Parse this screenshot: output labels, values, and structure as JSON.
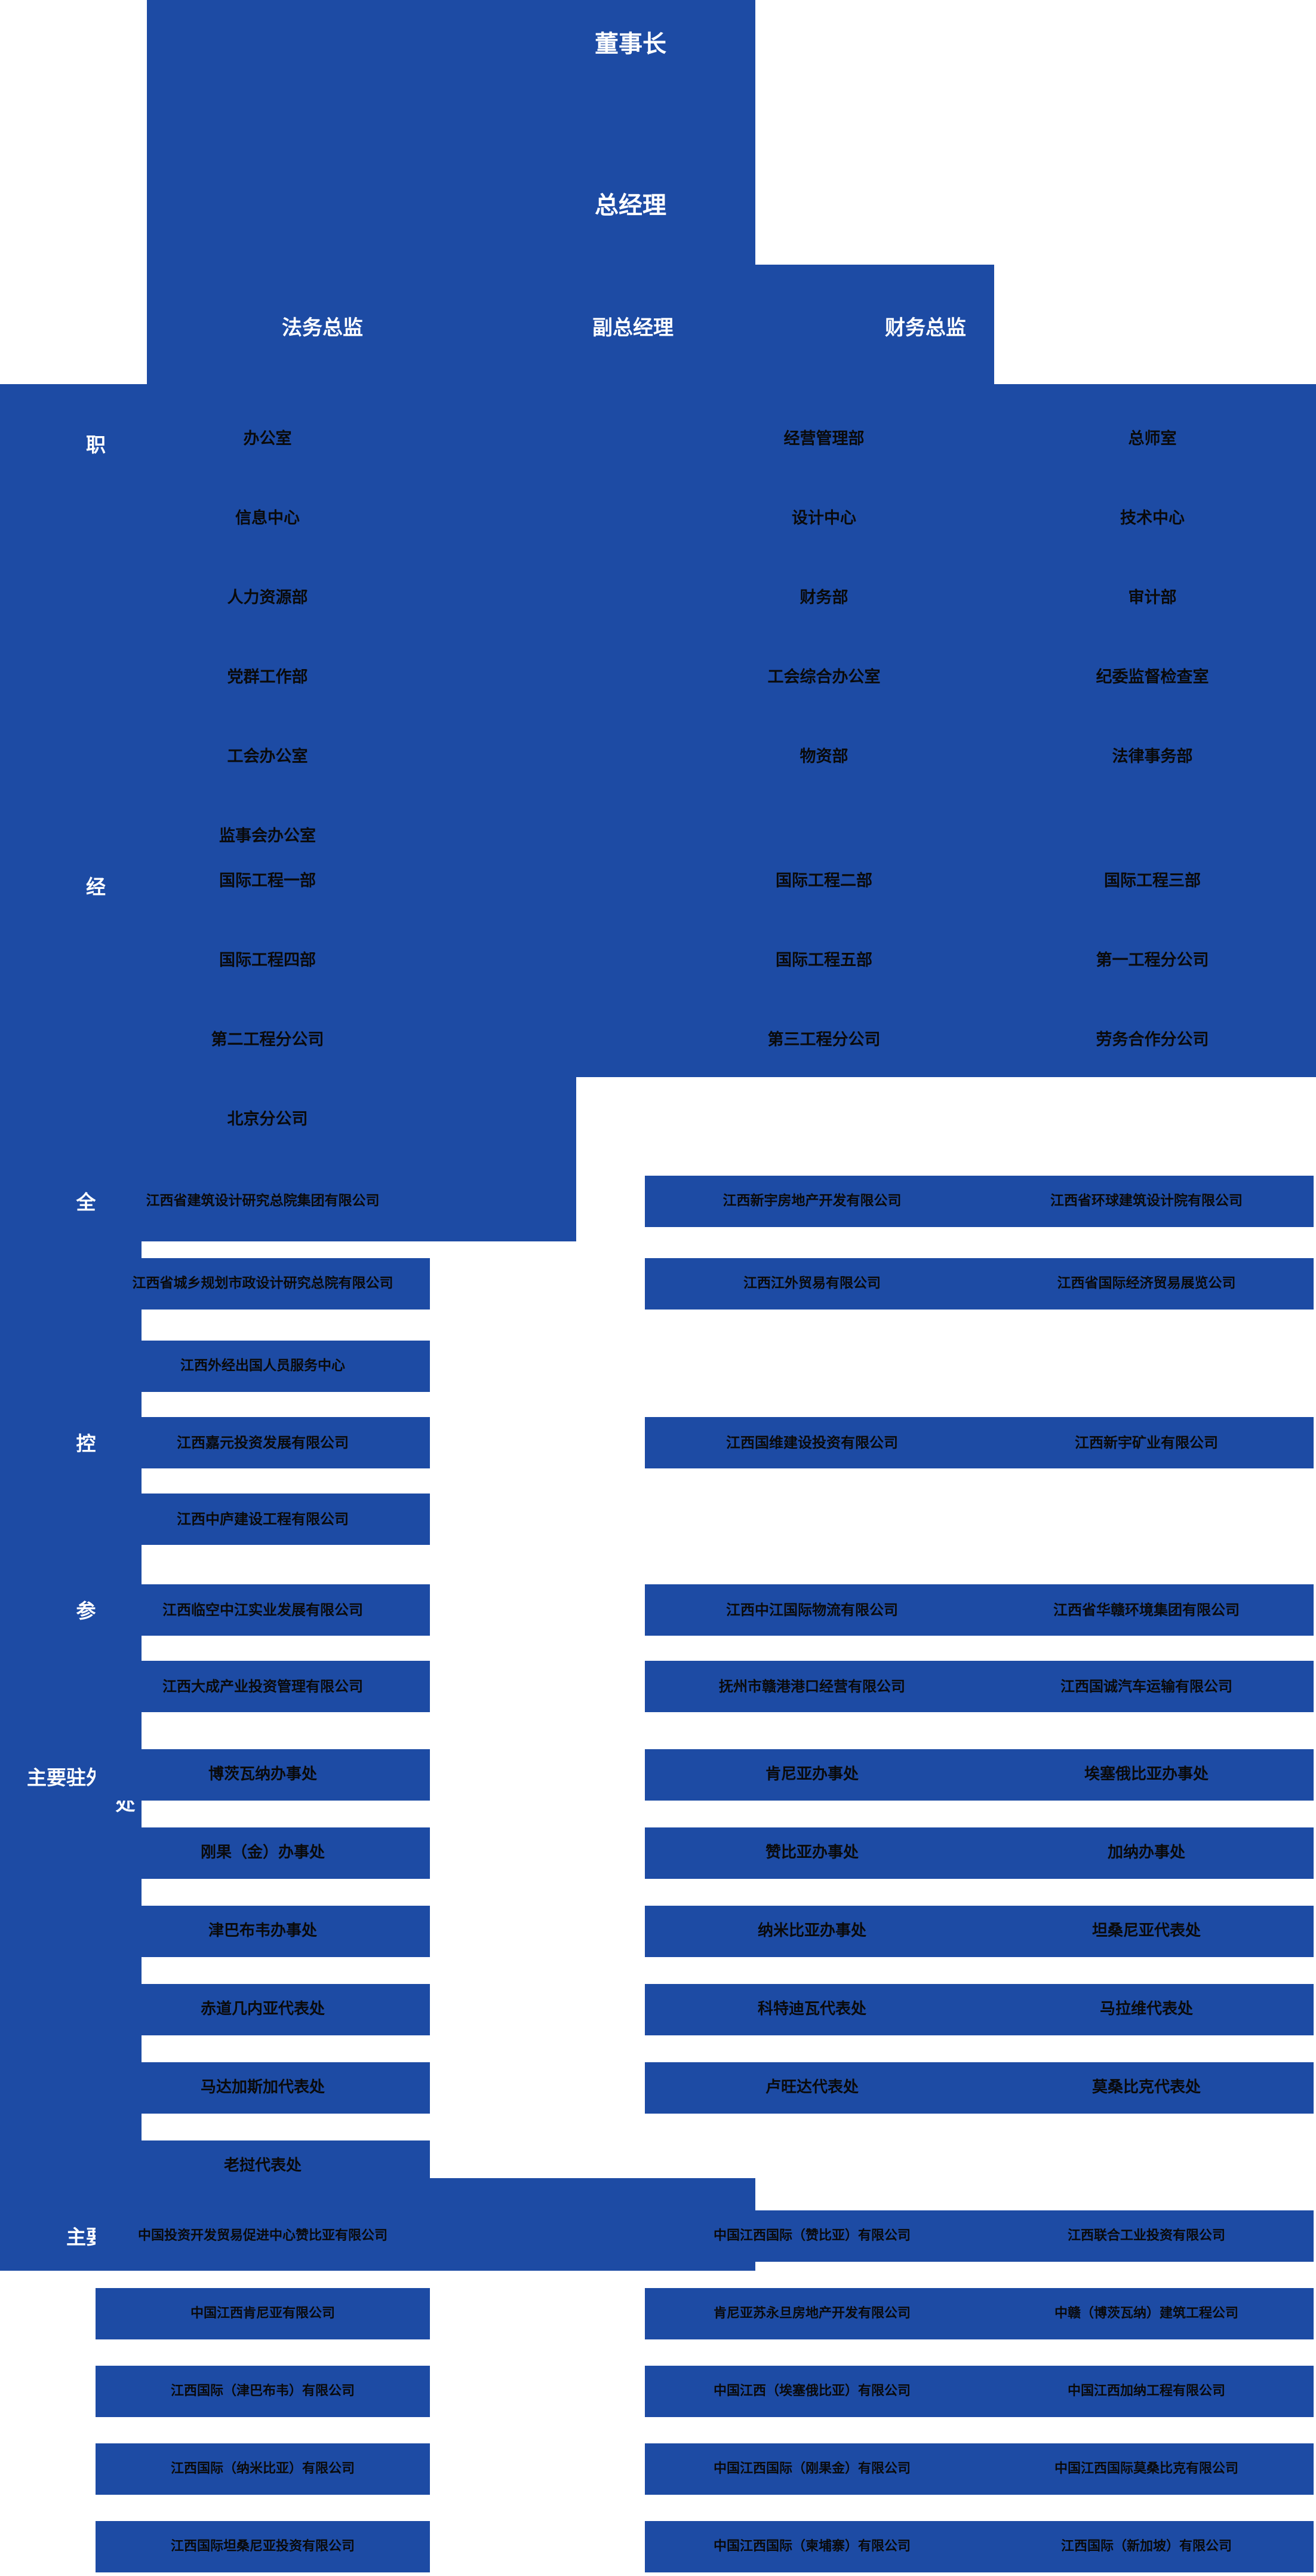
{
  "theme": {
    "brand_blue": "#1d4ba4",
    "text_on_blue": "#ffffff",
    "node_text": "#0b0b0b",
    "page_bg": "#ffffff"
  },
  "top": {
    "chairman": "董事长",
    "general_manager": "总经理",
    "executives": [
      "法务总监",
      "副总经理",
      "财务总监"
    ]
  },
  "tiers": [
    {
      "label": "职能部门",
      "rows": [
        [
          "办公室",
          "经营管理部",
          "总师室"
        ],
        [
          "信息中心",
          "设计中心",
          "技术中心"
        ],
        [
          "人力资源部",
          "财务部",
          "审计部"
        ],
        [
          "党群工作部",
          "工会综合办公室",
          "纪委监督检查室"
        ],
        [
          "工会办公室",
          "物资部",
          "法律事务部"
        ],
        [
          "监事会办公室",
          "",
          ""
        ]
      ]
    },
    {
      "label": "经营单位",
      "rows": [
        [
          "国际工程一部",
          "国际工程二部",
          "国际工程三部"
        ],
        [
          "国际工程四部",
          "国际工程五部",
          "第一工程分公司"
        ],
        [
          "第二工程分公司",
          "第三工程分公司",
          "劳务合作分公司"
        ],
        [
          "北京分公司",
          "",
          ""
        ]
      ]
    },
    {
      "label": "全资子公司",
      "rows": [
        [
          "江西省建筑设计研究总院集团有限公司",
          "江西新宇房地产开发有限公司",
          "江西省环球建筑设计院有限公司"
        ],
        [
          "江西省城乡规划市政设计研究总院有限公司",
          "江西江外贸易有限公司",
          "江西省国际经济贸易展览公司"
        ],
        [
          "江西外经出国人员服务中心",
          "",
          ""
        ]
      ]
    },
    {
      "label": "控股子公司",
      "rows": [
        [
          "江西嘉元投资发展有限公司",
          "江西国维建设投资有限公司",
          "江西新宇矿业有限公司"
        ],
        [
          "江西中庐建设工程有限公司",
          "",
          ""
        ]
      ]
    },
    {
      "label": "参股子公司",
      "rows": [
        [
          "江西临空中江实业发展有限公司",
          "江西中江国际物流有限公司",
          "江西省华赣环境集团有限公司"
        ],
        [
          "江西大成产业投资管理有限公司",
          "抚州市赣港港口经营有限公司",
          "江西国诚汽车运输有限公司"
        ]
      ]
    },
    {
      "label": "主要驻外办事处、代表处",
      "rows": [
        [
          "博茨瓦纳办事处",
          "肯尼亚办事处",
          "埃塞俄比亚办事处"
        ],
        [
          "刚果（金）办事处",
          "赞比亚办事处",
          "加纳办事处"
        ],
        [
          "津巴布韦办事处",
          "纳米比亚办事处",
          "坦桑尼亚代表处"
        ],
        [
          "赤道几内亚代表处",
          "科特迪瓦代表处",
          "马拉维代表处"
        ],
        [
          "马达加斯加代表处",
          "卢旺达代表处",
          "莫桑比克代表处"
        ],
        [
          "老挝代表处",
          "",
          ""
        ]
      ]
    },
    {
      "label": "主要境外企业",
      "rows": [
        [
          "中国投资开发贸易促进中心赞比亚有限公司",
          "中国江西国际（赞比亚）有限公司",
          "江西联合工业投资有限公司"
        ],
        [
          "中国江西肯尼亚有限公司",
          "肯尼亚苏永旦房地产开发有限公司",
          "中赣（博茨瓦纳）建筑工程公司"
        ],
        [
          "江西国际（津巴布韦）有限公司",
          "中国江西（埃塞俄比亚）有限公司",
          "中国江西加纳工程有限公司"
        ],
        [
          "江西国际（纳米比亚）有限公司",
          "中国江西国际（刚果金）有限公司",
          "中国江西国际莫桑比克有限公司"
        ],
        [
          "江西国际坦桑尼亚投资有限公司",
          "中国江西国际（柬埔寨）有限公司",
          "江西国际（新加坡）有限公司"
        ]
      ]
    }
  ]
}
